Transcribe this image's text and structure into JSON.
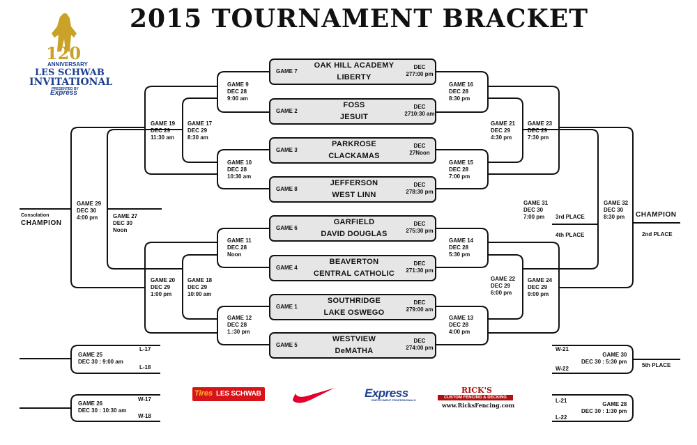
{
  "title": "2015 TOURNAMENT BRACKET",
  "logo": {
    "line1": "120",
    "line2": "ANNIVERSARY",
    "line3": "LES SCHWAB",
    "line4": "INVITATIONAL",
    "line5": "PRESENTED BY",
    "line6": "Express"
  },
  "first_round": [
    {
      "game": "GAME 7",
      "team1": "OAK HILL ACADEMY",
      "team2": "LIBERTY",
      "date": "DEC 27",
      "time": "7:00 pm"
    },
    {
      "game": "GAME 2",
      "team1": "FOSS",
      "team2": "JESUIT",
      "date": "DEC 27",
      "time": "10:30 am"
    },
    {
      "game": "GAME 3",
      "team1": "PARKROSE",
      "team2": "CLACKAMAS",
      "date": "DEC 27",
      "time": "Noon"
    },
    {
      "game": "GAME 8",
      "team1": "JEFFERSON",
      "team2": "WEST LINN",
      "date": "DEC 27",
      "time": "8:30 pm"
    },
    {
      "game": "GAME 6",
      "team1": "GARFIELD",
      "team2": "DAVID DOUGLAS",
      "date": "DEC 27",
      "time": "5:30 pm"
    },
    {
      "game": "GAME 4",
      "team1": "BEAVERTON",
      "team2": "CENTRAL CATHOLIC",
      "date": "DEC 27",
      "time": "1:30 pm"
    },
    {
      "game": "GAME 1",
      "team1": "SOUTHRIDGE",
      "team2": "LAKE OSWEGO",
      "date": "DEC 27",
      "time": "9:00 am"
    },
    {
      "game": "GAME 5",
      "team1": "WESTVIEW",
      "team2": "DeMATHA",
      "date": "DEC 27",
      "time": "4:00 pm"
    }
  ],
  "left": {
    "g9": {
      "game": "GAME 9",
      "date": "DEC 28",
      "time": "9:00 am"
    },
    "g10": {
      "game": "GAME 10",
      "date": "DEC 28",
      "time": "10:30 am"
    },
    "g11": {
      "game": "GAME 11",
      "date": "DEC 28",
      "time": "Noon"
    },
    "g12": {
      "game": "GAME 12",
      "date": "DEC 28",
      "time": "1.:30 pm"
    },
    "g17": {
      "game": "GAME 17",
      "date": "DEC 29",
      "time": "8:30 am"
    },
    "g18": {
      "game": "GAME 18",
      "date": "DEC 29",
      "time": "10:00 am"
    },
    "g19": {
      "game": "GAME 19",
      "date": "DEC 29",
      "time": "11:30 am"
    },
    "g20": {
      "game": "GAME 20",
      "date": "DEC 29",
      "time": "1:00 pm"
    },
    "g27": {
      "game": "GAME 27",
      "date": "DEC 30",
      "time": "Noon"
    },
    "g29": {
      "game": "GAME 29",
      "date": "DEC 30",
      "time": "4:00 pm"
    },
    "consolation_small": "Consolation",
    "consolation_big": "CHAMPION"
  },
  "right": {
    "g16": {
      "game": "GAME 16",
      "date": "DEC 28",
      "time": "8:30 pm"
    },
    "g15": {
      "game": "GAME 15",
      "date": "DEC 28",
      "time": "7:00 pm"
    },
    "g14": {
      "game": "GAME 14",
      "date": "DEC 28",
      "time": "5:30 pm"
    },
    "g13": {
      "game": "GAME 13",
      "date": "DEC 28",
      "time": "4:00 pm"
    },
    "g21": {
      "game": "GAME 21",
      "date": "DEC 29",
      "time": "4:30 pm"
    },
    "g22": {
      "game": "GAME 22",
      "date": "DEC 29",
      "time": "6:00 pm"
    },
    "g23": {
      "game": "GAME 23",
      "date": "DEC 29",
      "time": "7:30 pm"
    },
    "g24": {
      "game": "GAME 24",
      "date": "DEC 29",
      "time": "9:00 pm"
    },
    "g31": {
      "game": "GAME 31",
      "date": "DEC 30",
      "time": "7:00 pm"
    },
    "g32": {
      "game": "GAME 32",
      "date": "DEC 30",
      "time": "8:30 pm"
    },
    "third": "3rd PLACE",
    "fourth": "4th PLACE",
    "champion": "CHAMPION",
    "second": "2nd PLACE"
  },
  "bottom": {
    "g25": {
      "game": "GAME 25",
      "when": "DEC 30 : 9:00 am",
      "top": "L-17",
      "bot": "L-18"
    },
    "g26": {
      "game": "GAME 26",
      "when": "DEC 30 : 10:30 am",
      "top": "W-17",
      "bot": "W-18"
    },
    "g30": {
      "game": "GAME 30",
      "when": "DEC 30 : 5:30 pm",
      "top": "W-21",
      "bot": "W-22"
    },
    "g28": {
      "game": "GAME 28",
      "when": "DEC 30 : 1:30 pm",
      "top": "L-21",
      "bot": "L-22"
    },
    "fifth": "5th PLACE"
  },
  "sponsors": {
    "schwab_a": "Tires",
    "schwab_b": "LES SCHWAB",
    "express": "Express",
    "express_sub": "EMPLOYMENT PROFESSIONALS",
    "ricks": "RICK'S",
    "ricks_sub": "CUSTOM FENCING & DECKING",
    "ricks_url": "www.RicksFencing.com"
  },
  "colors": {
    "ink": "#111111",
    "box_fill": "#e6e6e6",
    "schwab_red": "#d7141a",
    "schwab_yellow": "#f6c21a",
    "nike_red": "#e4002b",
    "express_blue": "#1d3f8f",
    "gold": "#c9a227"
  }
}
